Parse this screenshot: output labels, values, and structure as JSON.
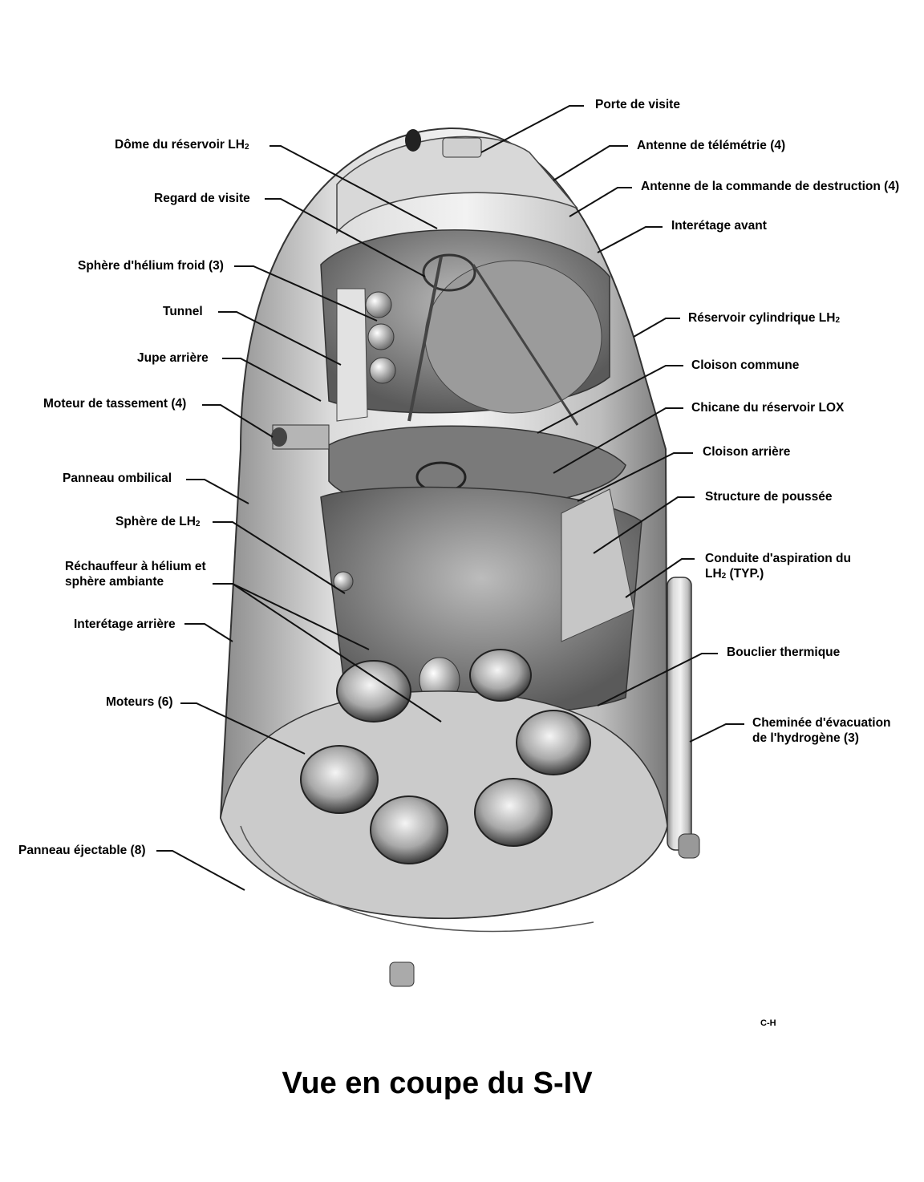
{
  "title": "Vue en coupe du S-IV",
  "figure_code": "C-H",
  "labels_left": {
    "dome": "Dôme du réservoir LH",
    "regard": "Regard de visite",
    "helium_froid": "Sphère d'hélium froid (3)",
    "tunnel": "Tunnel",
    "jupe": "Jupe arrière",
    "tassement": "Moteur de tassement (4)",
    "ombilical": "Panneau ombilical",
    "sphere_lh2": "Sphère de LH",
    "rechauffeur_1": "Réchauffeur à hélium et",
    "rechauffeur_2": "sphère ambiante",
    "interetage_arr": "Interétage arrière",
    "moteurs": "Moteurs (6)",
    "ejectable": "Panneau éjectable (8)"
  },
  "labels_right": {
    "porte": "Porte de visite",
    "telemetrie": "Antenne de télémétrie (4)",
    "destruction": "Antenne de la commande de destruction (4)",
    "interetage_av": "Interétage avant",
    "cylindrique": "Réservoir cylindrique LH",
    "cloison_commune": "Cloison commune",
    "chicane": "Chicane du réservoir LOX",
    "cloison_arr": "Cloison arrière",
    "poussee": "Structure de poussée",
    "conduite_1": "Conduite d'aspiration du",
    "conduite_2": "LH",
    "conduite_2b": " (TYP.)",
    "bouclier": "Bouclier thermique",
    "cheminee_1": "Cheminée d'évacuation",
    "cheminee_2": "de l'hydrogène (3)"
  },
  "subscript": "2"
}
